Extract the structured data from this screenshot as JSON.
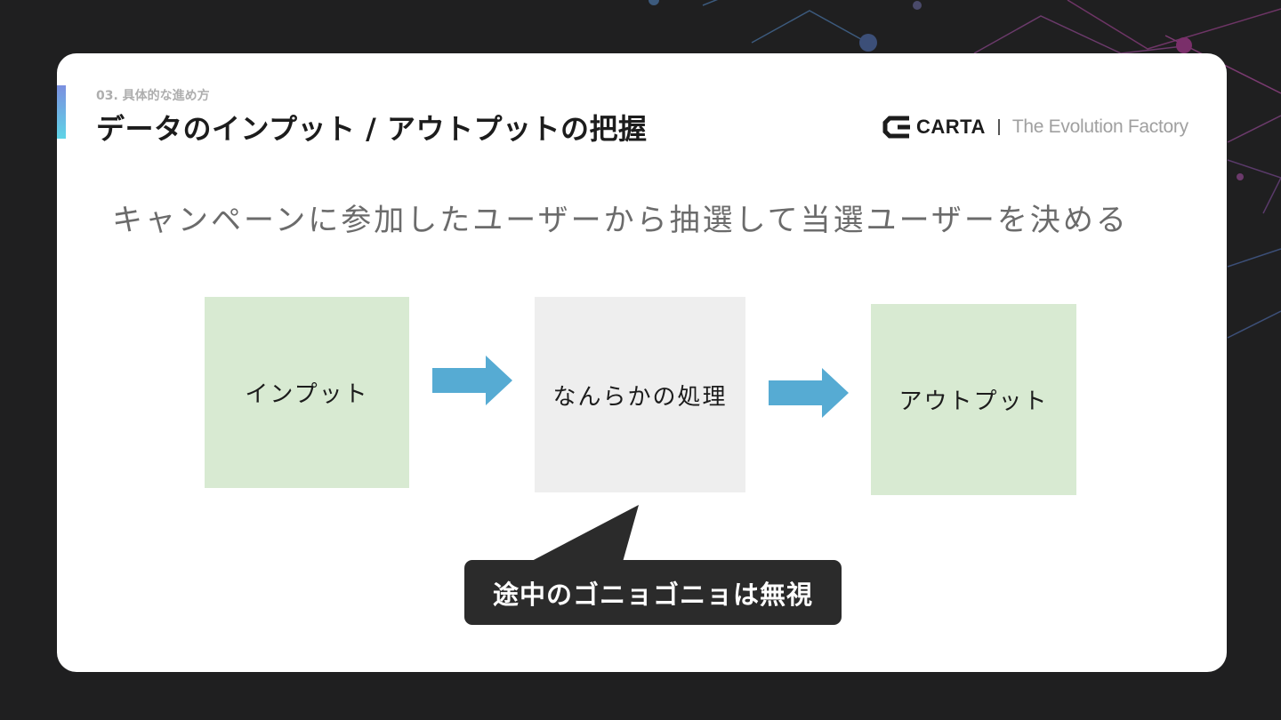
{
  "slide": {
    "section_label": "03. 具体的な進め方",
    "title": "データのインプット / アウトプットの把握",
    "logo": {
      "brand": "CARTA",
      "tagline": "The Evolution Factory"
    },
    "subtitle": "キャンペーンに参加したユーザーから抽選して当選ユーザーを決める"
  },
  "diagram": {
    "input_label": "インプット",
    "process_label": "なんらかの処理",
    "output_label": "アウトプット",
    "callout_text": "途中のゴニョゴニョは無視",
    "colors": {
      "io_box": "#d8ead2",
      "process_box": "#eeeeee",
      "arrow": "#56abd3",
      "callout": "#2b2b2b"
    }
  }
}
